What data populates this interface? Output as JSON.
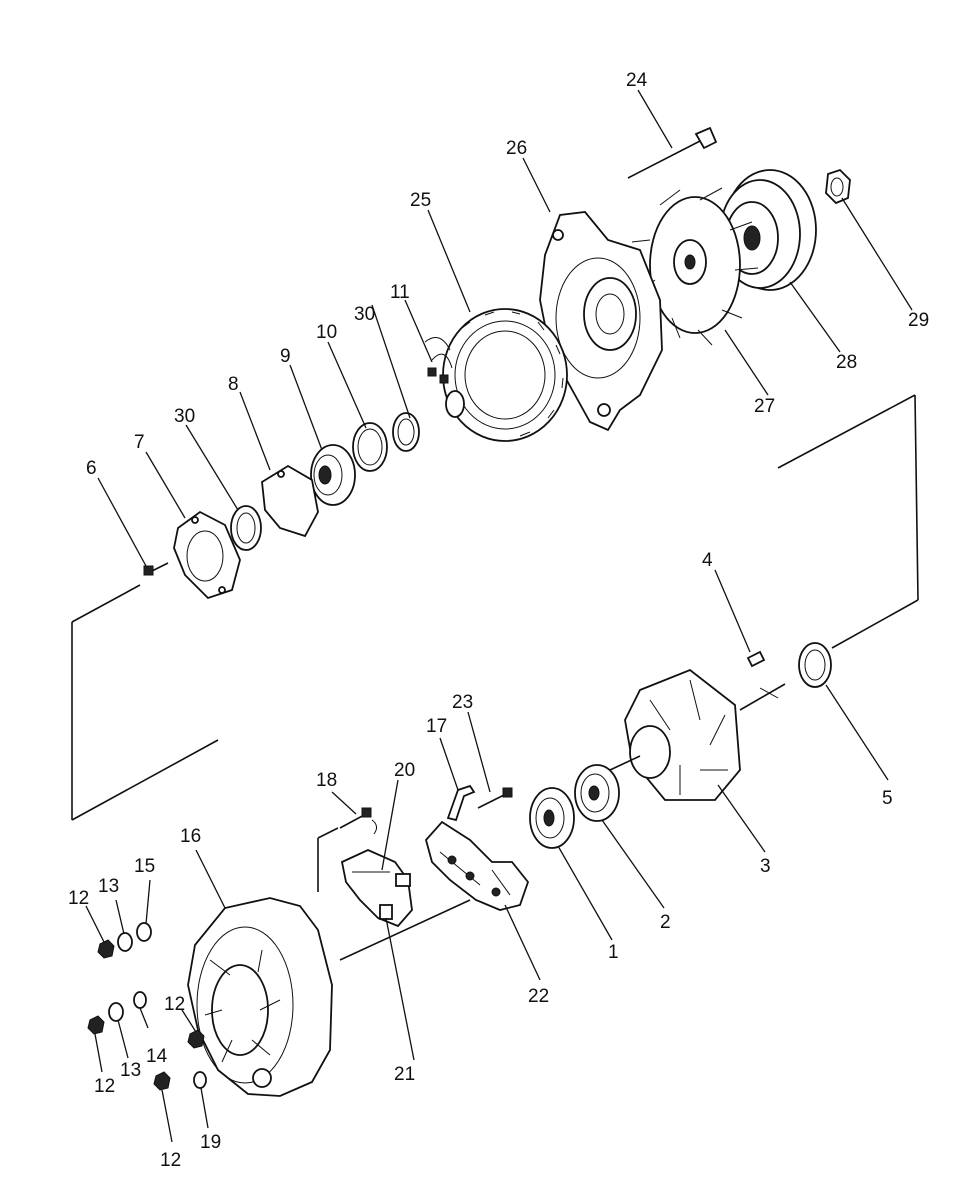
{
  "labels": {
    "p1": "1",
    "p2": "2",
    "p3": "3",
    "p4": "4",
    "p5": "5",
    "p6": "6",
    "p7": "7",
    "p8": "8",
    "p9": "9",
    "p10": "10",
    "p11": "11",
    "p12a": "12",
    "p12b": "12",
    "p12c": "12",
    "p12d": "12",
    "p13a": "13",
    "p13b": "13",
    "p14": "14",
    "p15": "15",
    "p16": "16",
    "p17": "17",
    "p18": "18",
    "p19": "19",
    "p20": "20",
    "p21": "21",
    "p22": "22",
    "p23": "23",
    "p24": "24",
    "p25": "25",
    "p26": "26",
    "p27": "27",
    "p28": "28",
    "p29": "29",
    "p30a": "30",
    "p30b": "30"
  }
}
